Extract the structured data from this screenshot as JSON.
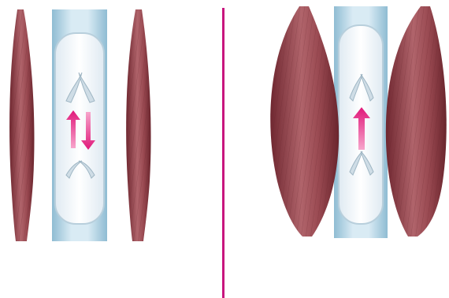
{
  "figure": {
    "left_panel": {
      "state": "relaxed",
      "muscles": "thin",
      "valve": "open",
      "flow_arrows": [
        "up",
        "down"
      ]
    },
    "right_panel": {
      "state": "contracted",
      "muscles": "bulging",
      "valve": "open",
      "flow_arrows": [
        "up"
      ]
    }
  },
  "colors": {
    "muscle_dark": "#7a2e36",
    "muscle_mid": "#a34e56",
    "muscle_light": "#c98a8f",
    "vein_blue": "#a8cde0",
    "vein_light": "#eaf4f9",
    "arrow_pink": "#e0197a",
    "divider": "#c8167e"
  },
  "icons": [
    "bidirectional-arrow-icon",
    "up-arrow-icon"
  ]
}
